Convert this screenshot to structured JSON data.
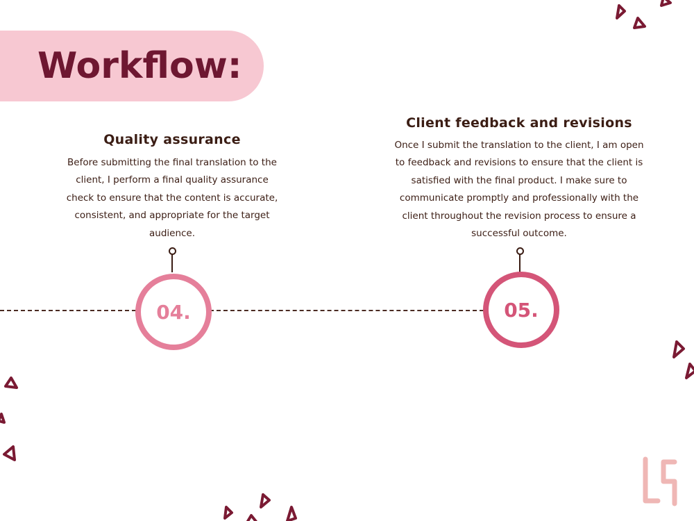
{
  "page": {
    "title": "Workflow:"
  },
  "steps": [
    {
      "number": "04.",
      "heading": "Quality assurance",
      "body": "Before submitting the final translation to the client, I perform a final quality assurance check to ensure that the content is accurate, consistent, and appropriate for the target audience."
    },
    {
      "number": "05.",
      "heading": "Client feedback and revisions",
      "body": "Once I submit the translation to the client, I am open to feedback and revisions to ensure that the client is satisfied with the final product. I make sure to communicate promptly and professionally with the client throughout the revision process to ensure a successful outcome."
    }
  ],
  "colors": {
    "title_pill": "#f7c8d2",
    "title_text": "#6e1731",
    "step_4_ring": "#e57f9a",
    "step_5_ring": "#d45578",
    "body_text": "#3b1d14",
    "doodle": "#7a1a33",
    "logo": "#efb7b5"
  },
  "icons": {
    "decoration": "scattered-triangle-doodles",
    "logo": "monogram-logo"
  }
}
